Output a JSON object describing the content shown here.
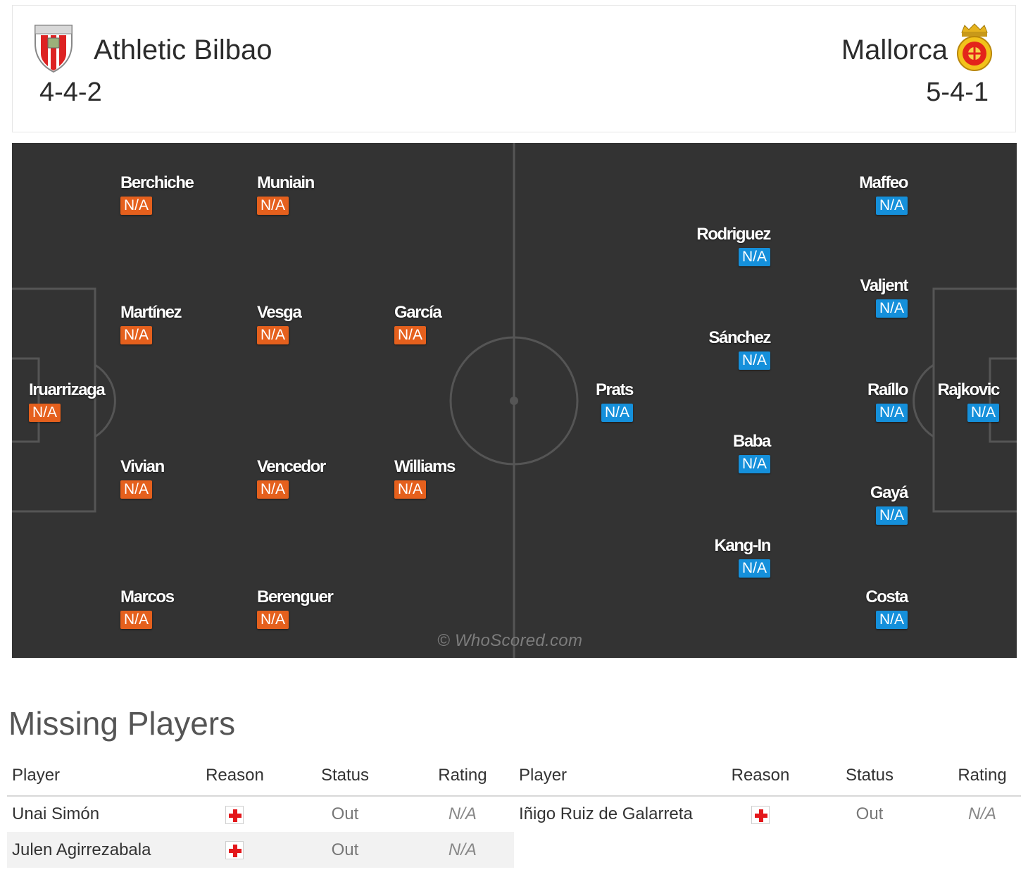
{
  "match": {
    "home": {
      "name": "Athletic Bilbao",
      "formation": "4-4-2",
      "crest_icon": "athletic-bilbao-crest-icon",
      "color": "#e5601d"
    },
    "away": {
      "name": "Mallorca",
      "formation": "5-4-1",
      "crest_icon": "mallorca-crest-icon",
      "color": "#1590db"
    }
  },
  "pitch": {
    "watermark": "© WhoScored.com",
    "home_players": [
      {
        "name": "Berchiche",
        "rating": "N/A"
      },
      {
        "name": "Muniain",
        "rating": "N/A"
      },
      {
        "name": "Martínez",
        "rating": "N/A"
      },
      {
        "name": "Vesga",
        "rating": "N/A"
      },
      {
        "name": "García",
        "rating": "N/A"
      },
      {
        "name": "Iruarrizaga",
        "rating": "N/A"
      },
      {
        "name": "Vivian",
        "rating": "N/A"
      },
      {
        "name": "Vencedor",
        "rating": "N/A"
      },
      {
        "name": "Williams",
        "rating": "N/A"
      },
      {
        "name": "Marcos",
        "rating": "N/A"
      },
      {
        "name": "Berenguer",
        "rating": "N/A"
      }
    ],
    "away_players": [
      {
        "name": "Maffeo",
        "rating": "N/A"
      },
      {
        "name": "Rodriguez",
        "rating": "N/A"
      },
      {
        "name": "Valjent",
        "rating": "N/A"
      },
      {
        "name": "Sánchez",
        "rating": "N/A"
      },
      {
        "name": "Prats",
        "rating": "N/A"
      },
      {
        "name": "Raíllo",
        "rating": "N/A"
      },
      {
        "name": "Rajkovic",
        "rating": "N/A"
      },
      {
        "name": "Baba",
        "rating": "N/A"
      },
      {
        "name": "Gayá",
        "rating": "N/A"
      },
      {
        "name": "Kang-In",
        "rating": "N/A"
      },
      {
        "name": "Costa",
        "rating": "N/A"
      }
    ]
  },
  "missing": {
    "title": "Missing Players",
    "columns": [
      "Player",
      "Reason",
      "Status",
      "Rating"
    ],
    "home": [
      {
        "player": "Unai Simón",
        "reason_icon": "injury-icon",
        "status": "Out",
        "rating": "N/A"
      },
      {
        "player": "Julen Agirrezabala",
        "reason_icon": "injury-icon",
        "status": "Out",
        "rating": "N/A"
      }
    ],
    "away": [
      {
        "player": "Iñigo Ruiz de Galarreta",
        "reason_icon": "injury-icon",
        "status": "Out",
        "rating": "N/A"
      }
    ]
  }
}
